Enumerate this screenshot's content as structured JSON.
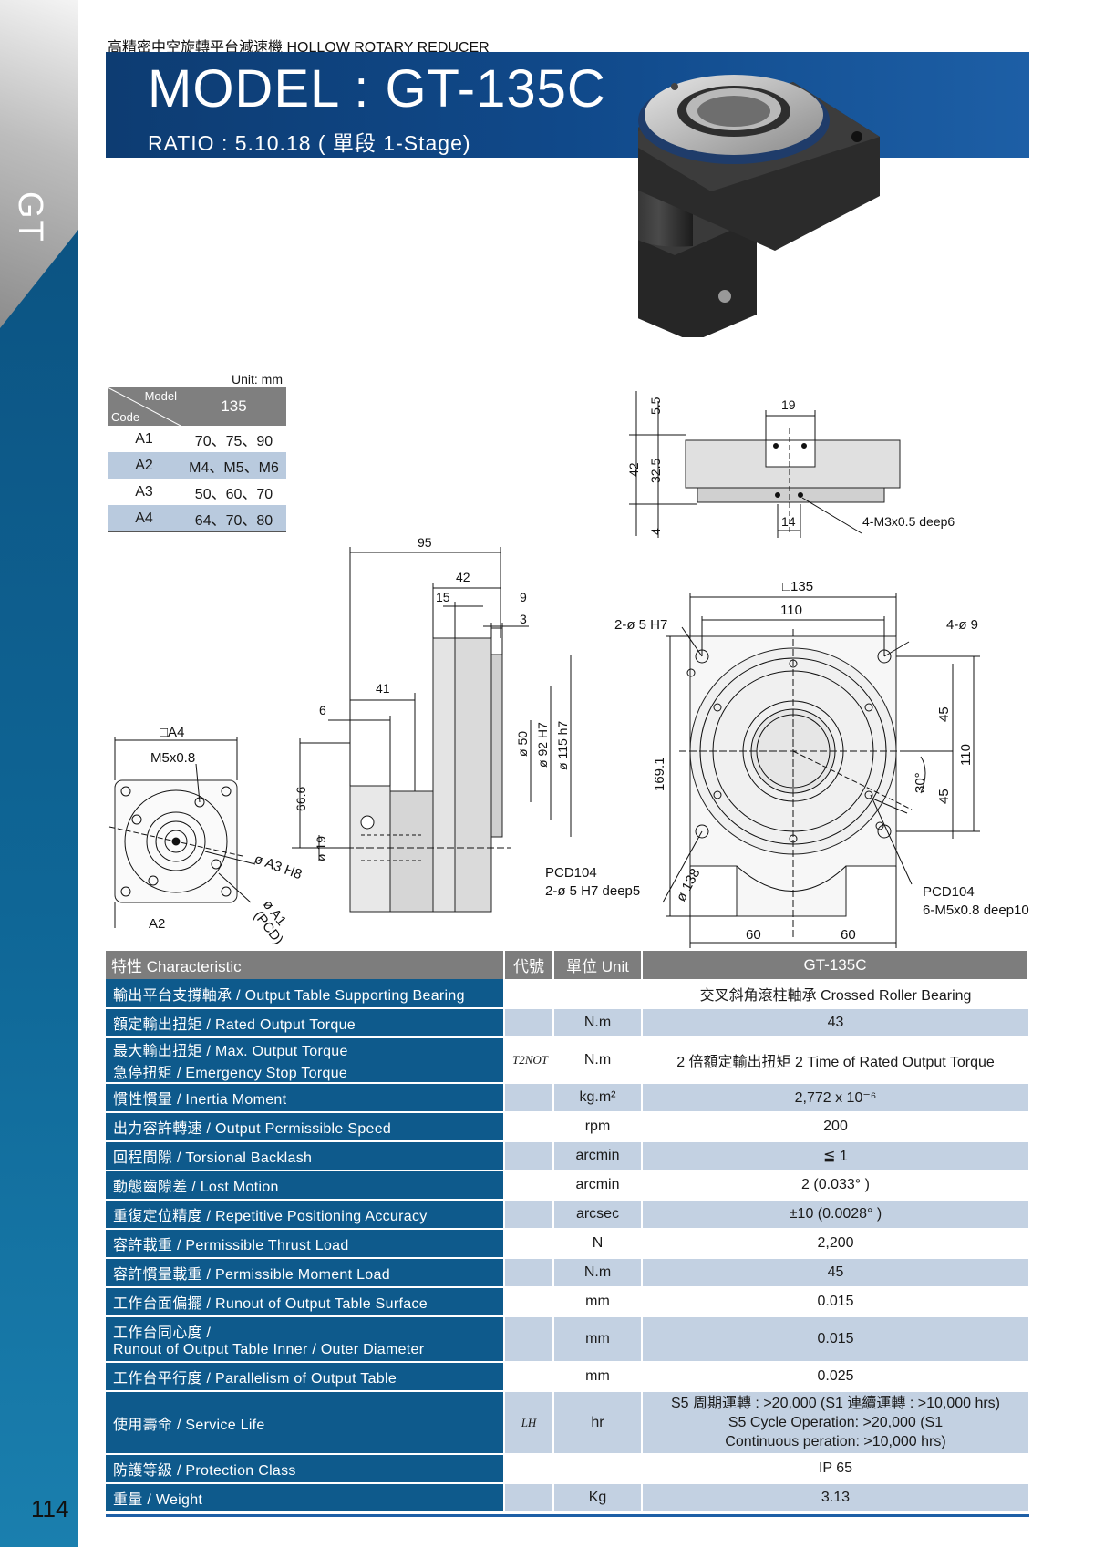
{
  "side": {
    "label": "GT",
    "page_number": "114"
  },
  "header": {
    "supertitle": "高精密中空旋轉平台減速機  HOLLOW ROTARY REDUCER",
    "model_title": "MODEL : GT-135C",
    "ratio": "RATIO : 5.10.18 ( 單段 1-Stage)"
  },
  "code_table": {
    "unit_label": "Unit: mm",
    "header_model": "Model",
    "header_code": "Code",
    "model_value": "135",
    "rows": [
      {
        "code": "A1",
        "value": "70、75、90"
      },
      {
        "code": "A2",
        "value": "M4、M5、M6"
      },
      {
        "code": "A3",
        "value": "50、60、70"
      },
      {
        "code": "A4",
        "value": "64、70、80"
      }
    ]
  },
  "top_view": {
    "d_5_5": "5.5",
    "d_42": "42",
    "d_32_5": "32.5",
    "d_4": "4",
    "d_19": "19",
    "d_14": "14",
    "thread": "4-M3x0.5 deep6"
  },
  "side_view": {
    "d_95": "95",
    "d_42": "42",
    "d_15": "15",
    "d_9": "9",
    "d_3": "3",
    "d_41": "41",
    "d_6": "6",
    "d_66_6": "66.6",
    "d_19": "ø 19",
    "d_50": "ø 50",
    "d_92": "ø 92 H7",
    "d_115": "ø 115 h7"
  },
  "motor_view": {
    "a4": "□A4",
    "m5": "M5x0.8",
    "a3": "ø A3 H8",
    "a1": "ø A1",
    "pcd": "(PCD)",
    "a2": "A2"
  },
  "front_view": {
    "sq135": "□135",
    "d_110_top": "110",
    "hole_left": "2-ø 5 H7",
    "hole_right": "4-ø 9",
    "d_169_1": "169.1",
    "d_45_top": "45",
    "d_110_right": "110",
    "d_30": "30°",
    "d_45_bottom": "45",
    "pcd_left_1": "PCD104",
    "pcd_left_2": "2-ø 5 H7 deep5",
    "d_138": "ø 138",
    "pcd_right_1": "PCD104",
    "pcd_right_2": "6-M5x0.8 deep10",
    "d_60_left": "60",
    "d_60_right": "60"
  },
  "spec": {
    "headers": {
      "characteristic": "特性 Characteristic",
      "symbol": "代號",
      "unit": "單位 Unit",
      "model": "GT-135C"
    },
    "rows": [
      {
        "label": "輸出平台支撐軸承 / Output Table Supporting Bearing",
        "symbol": "",
        "unit": "",
        "value": "交叉斜角滾柱軸承 Crossed Roller Bearing"
      },
      {
        "label": "額定輸出扭矩 / Rated Output Torque",
        "symbol": "",
        "unit": "N.m",
        "value": "43"
      },
      {
        "label": "最大輸出扭矩 / Max. Output Torque",
        "label2": "急停扭矩 / Emergency Stop Torque",
        "symbol": "T2NOT",
        "unit": "N.m",
        "value": "2 倍額定輸出扭矩 2 Time of Rated Output Torque"
      },
      {
        "label": "慣性慣量 / Inertia Moment",
        "symbol": "",
        "unit": "kg.m²",
        "value": "2,772 x 10⁻⁶"
      },
      {
        "label": "出力容許轉速 / Output Permissible Speed",
        "symbol": "",
        "unit": "rpm",
        "value": "200"
      },
      {
        "label": "回程間隙 / Torsional Backlash",
        "symbol": "",
        "unit": "arcmin",
        "value": "≦ 1"
      },
      {
        "label": "動態齒隙差 / Lost Motion",
        "symbol": "",
        "unit": "arcmin",
        "value": "2 (0.033° )"
      },
      {
        "label": "重復定位精度 / Repetitive Positioning Accuracy",
        "symbol": "",
        "unit": "arcsec",
        "value": "±10 (0.0028° )"
      },
      {
        "label": "容許載重 / Permissible Thrust Load",
        "symbol": "",
        "unit": "N",
        "value": "2,200"
      },
      {
        "label": "容許慣量載重 / Permissible Moment Load",
        "symbol": "",
        "unit": "N.m",
        "value": "45"
      },
      {
        "label": "工作台面偏擺 / Runout of Output Table Surface",
        "symbol": "",
        "unit": "mm",
        "value": "0.015"
      },
      {
        "label": "工作台同心度 /",
        "label2": "Runout of Output Table Inner / Outer Diameter",
        "symbol": "",
        "unit": "mm",
        "value": "0.015"
      },
      {
        "label": "工作台平行度 / Parallelism of Output Table",
        "symbol": "",
        "unit": "mm",
        "value": "0.025"
      },
      {
        "label": "使用壽命 / Service Life",
        "symbol": "LH",
        "unit": "hr",
        "value": "S5 周期運轉 : >20,000 (S1 連續運轉 : >10,000 hrs)",
        "value2": "S5 Cycle Operation: >20,000 (S1",
        "value3": "Continuous peration: >10,000 hrs)"
      },
      {
        "label": "防護等級 / Protection Class",
        "symbol": "",
        "unit": "",
        "value": "IP 65"
      },
      {
        "label": "重量 / Weight",
        "symbol": "",
        "unit": "Kg",
        "value": "3.13"
      }
    ]
  },
  "colors": {
    "brand_blue": "#0e5a8c",
    "title_blue": "#10498a",
    "row_alt": "#c3d1e2",
    "header_gray": "#7d7d7d"
  }
}
